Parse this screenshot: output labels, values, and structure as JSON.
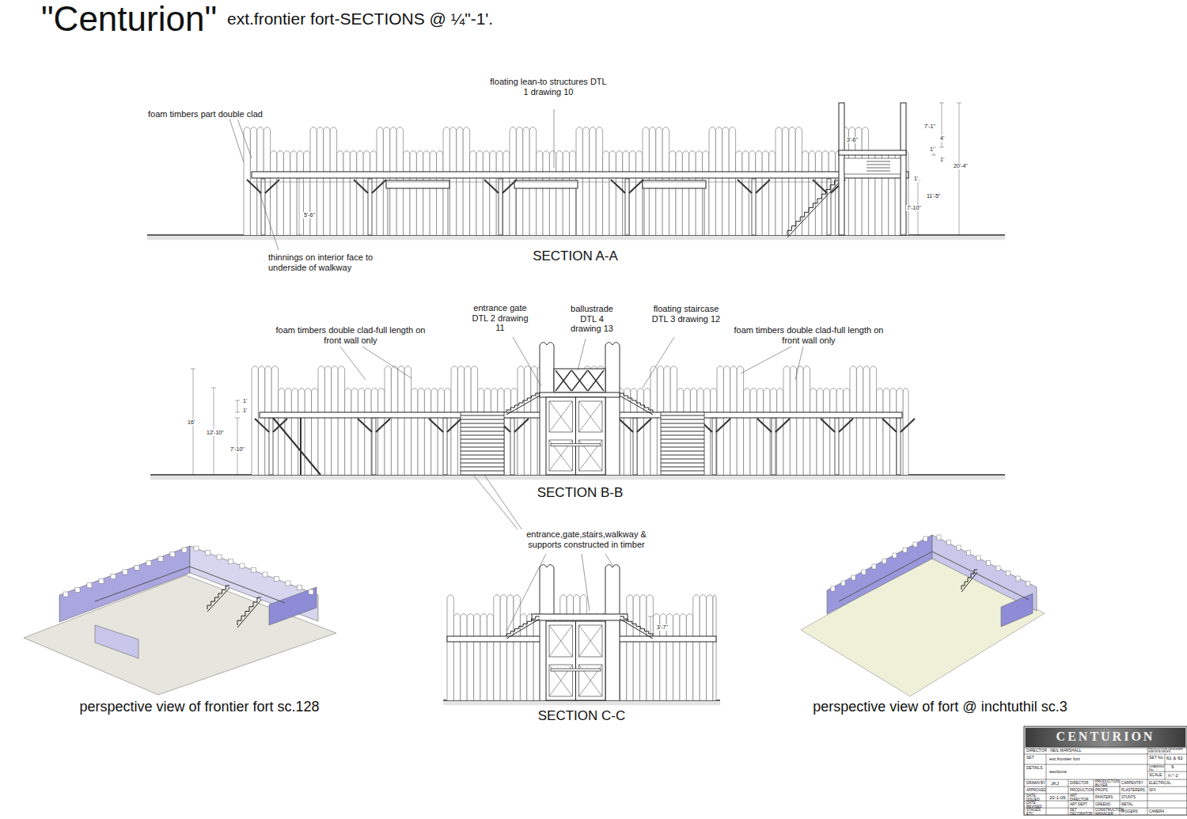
{
  "diagram": {
    "title": "\"Centurion\"",
    "labels": [
      "ext.frontier fort-SECTIONS @ ¼\"-1'.",
      "foam timbers part double clad",
      "floating lean-to structures DTL 1 drawing 10",
      "thinnings on interior face to underside of walkway",
      "SECTION A-A",
      "7'-1\"",
      "3'-6\"",
      "4'",
      "1'",
      "1'",
      "20'-4\"",
      "1'",
      "11'-5\"",
      "7'-10\"",
      "5'-6\"",
      "entrance gate DTL 2 drawing 11",
      "ballustrade DTL 4 drawing 13",
      "floating staircase DTL 3 drawing 12",
      "foam timbers double clad-full length on front wall only",
      "foam timbers double clad-full length on front wall only",
      "16'",
      "12'-10\"",
      "1'",
      "1'",
      "7'-10\"",
      "SECTION B-B",
      "entrance,gate,stairs,walkway & supports constructed in timber",
      "3'-7\"",
      "SECTION C-C",
      "perspective view of frontier fort sc.128",
      "perspective view of fort @ inchtuthil sc.3",
      "CENTURION",
      "DIRECTOR : NEIL MARSHALL",
      "PRODUCTION DESIGNER SIMON BOWLES",
      "SET",
      "ext.frontier fort",
      "SET No.",
      "61 & 62",
      "DETAILS",
      "sections",
      "DRAWING No.",
      "9",
      "SCALE",
      "¼\"-1'",
      "DRAWN BY",
      "JKJ",
      "DIRECTOR",
      "PRODUCTION BUYER",
      "CARPENTRY",
      "ELECTRICAL",
      "APPROVED",
      "PRODUCTION",
      "PROPS",
      "PLASTERERS",
      "SFX",
      "DATE ISSUED",
      "20-1-09",
      "ART DIRECTOR",
      "PAINTERS",
      "STUNTS",
      "DATE REVISED",
      "ART DEPT",
      "GREENS",
      "METAL",
      "STAGES ETC",
      "SET DECORATOR",
      "CONSTRUCTION MANAGER",
      "RIGGERS",
      "CAMERA"
    ]
  }
}
